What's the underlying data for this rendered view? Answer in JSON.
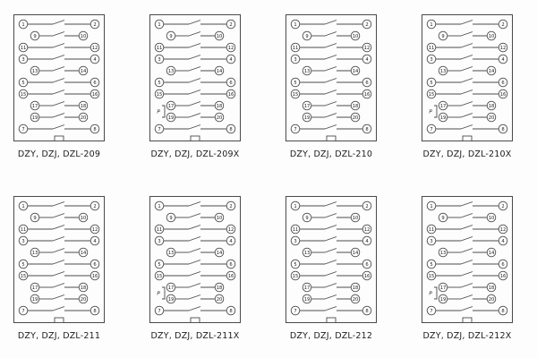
{
  "page": {
    "background": "#fdfdfd",
    "line_color": "#4a4a4a",
    "text_color": "#1c1c1c"
  },
  "panels": [
    {
      "caption": "DZY, DZJ, DZL-209",
      "p_coil": false,
      "p_label": "",
      "rows": [
        {
          "left": "1",
          "right": "2",
          "indent": false
        },
        {
          "left": "9",
          "right": "10",
          "indent": true
        },
        {
          "left": "11",
          "right": "12",
          "indent": false
        },
        {
          "left": "3",
          "right": "4",
          "indent": false
        },
        {
          "left": "13",
          "right": "14",
          "indent": true
        },
        {
          "left": "5",
          "right": "6",
          "indent": false
        },
        {
          "left": "15",
          "right": "16",
          "indent": false
        },
        {
          "left": "17",
          "right": "18",
          "indent": true
        },
        {
          "left": "19",
          "right": "20",
          "indent": true
        },
        {
          "left": "7",
          "right": "8",
          "indent": false
        }
      ]
    },
    {
      "caption": "DZY, DZJ, DZL-209X",
      "p_coil": true,
      "p_label": "P",
      "rows": [
        {
          "left": "1",
          "right": "2",
          "indent": false
        },
        {
          "left": "9",
          "right": "10",
          "indent": true
        },
        {
          "left": "11",
          "right": "12",
          "indent": false
        },
        {
          "left": "3",
          "right": "4",
          "indent": false
        },
        {
          "left": "13",
          "right": "14",
          "indent": true
        },
        {
          "left": "5",
          "right": "6",
          "indent": false
        },
        {
          "left": "15",
          "right": "16",
          "indent": false
        },
        {
          "left": "17",
          "right": "18",
          "indent": true
        },
        {
          "left": "19",
          "right": "20",
          "indent": true
        },
        {
          "left": "7",
          "right": "8",
          "indent": false
        }
      ]
    },
    {
      "caption": "DZY, DZJ, DZL-210",
      "p_coil": false,
      "p_label": "",
      "rows": [
        {
          "left": "1",
          "right": "2",
          "indent": false
        },
        {
          "left": "9",
          "right": "10",
          "indent": true
        },
        {
          "left": "11",
          "right": "12",
          "indent": false
        },
        {
          "left": "3",
          "right": "4",
          "indent": false
        },
        {
          "left": "13",
          "right": "14",
          "indent": true
        },
        {
          "left": "5",
          "right": "6",
          "indent": false
        },
        {
          "left": "15",
          "right": "16",
          "indent": false
        },
        {
          "left": "17",
          "right": "18",
          "indent": true
        },
        {
          "left": "19",
          "right": "20",
          "indent": true
        },
        {
          "left": "7",
          "right": "8",
          "indent": false
        }
      ]
    },
    {
      "caption": "DZY, DZJ, DZL-210X",
      "p_coil": true,
      "p_label": "P",
      "rows": [
        {
          "left": "1",
          "right": "2",
          "indent": false
        },
        {
          "left": "9",
          "right": "10",
          "indent": true
        },
        {
          "left": "11",
          "right": "12",
          "indent": false
        },
        {
          "left": "3",
          "right": "4",
          "indent": false
        },
        {
          "left": "13",
          "right": "14",
          "indent": true
        },
        {
          "left": "5",
          "right": "6",
          "indent": false
        },
        {
          "left": "15",
          "right": "16",
          "indent": false
        },
        {
          "left": "17",
          "right": "18",
          "indent": true
        },
        {
          "left": "19",
          "right": "20",
          "indent": true
        },
        {
          "left": "7",
          "right": "8",
          "indent": false
        }
      ]
    },
    {
      "caption": "DZY, DZJ, DZL-211",
      "p_coil": false,
      "p_label": "",
      "rows": [
        {
          "left": "1",
          "right": "2",
          "indent": false
        },
        {
          "left": "9",
          "right": "10",
          "indent": true
        },
        {
          "left": "11",
          "right": "12",
          "indent": false
        },
        {
          "left": "3",
          "right": "4",
          "indent": false
        },
        {
          "left": "13",
          "right": "14",
          "indent": true
        },
        {
          "left": "5",
          "right": "6",
          "indent": false
        },
        {
          "left": "15",
          "right": "16",
          "indent": false
        },
        {
          "left": "17",
          "right": "18",
          "indent": true
        },
        {
          "left": "19",
          "right": "20",
          "indent": true
        },
        {
          "left": "7",
          "right": "8",
          "indent": false
        }
      ]
    },
    {
      "caption": "DZY, DZJ, DZL-211X",
      "p_coil": true,
      "p_label": "P",
      "rows": [
        {
          "left": "1",
          "right": "2",
          "indent": false
        },
        {
          "left": "9",
          "right": "10",
          "indent": true
        },
        {
          "left": "11",
          "right": "12",
          "indent": false
        },
        {
          "left": "3",
          "right": "4",
          "indent": false
        },
        {
          "left": "13",
          "right": "14",
          "indent": true
        },
        {
          "left": "5",
          "right": "6",
          "indent": false
        },
        {
          "left": "15",
          "right": "16",
          "indent": false
        },
        {
          "left": "17",
          "right": "18",
          "indent": true
        },
        {
          "left": "19",
          "right": "20",
          "indent": true
        },
        {
          "left": "7",
          "right": "8",
          "indent": false
        }
      ]
    },
    {
      "caption": "DZY, DZJ, DZL-212",
      "p_coil": false,
      "p_label": "",
      "rows": [
        {
          "left": "1",
          "right": "2",
          "indent": false
        },
        {
          "left": "9",
          "right": "10",
          "indent": true
        },
        {
          "left": "11",
          "right": "12",
          "indent": false
        },
        {
          "left": "3",
          "right": "4",
          "indent": false
        },
        {
          "left": "13",
          "right": "14",
          "indent": true
        },
        {
          "left": "5",
          "right": "6",
          "indent": false
        },
        {
          "left": "15",
          "right": "16",
          "indent": false
        },
        {
          "left": "17",
          "right": "18",
          "indent": true
        },
        {
          "left": "19",
          "right": "20",
          "indent": true
        },
        {
          "left": "7",
          "right": "8",
          "indent": false
        }
      ]
    },
    {
      "caption": "DZY, DZJ, DZL-212X",
      "p_coil": true,
      "p_label": "P",
      "rows": [
        {
          "left": "1",
          "right": "2",
          "indent": false
        },
        {
          "left": "9",
          "right": "10",
          "indent": true
        },
        {
          "left": "11",
          "right": "12",
          "indent": false
        },
        {
          "left": "3",
          "right": "4",
          "indent": false
        },
        {
          "left": "13",
          "right": "14",
          "indent": true
        },
        {
          "left": "5",
          "right": "6",
          "indent": false
        },
        {
          "left": "15",
          "right": "16",
          "indent": false
        },
        {
          "left": "17",
          "right": "18",
          "indent": true
        },
        {
          "left": "19",
          "right": "20",
          "indent": true
        },
        {
          "left": "7",
          "right": "8",
          "indent": false
        }
      ]
    }
  ]
}
